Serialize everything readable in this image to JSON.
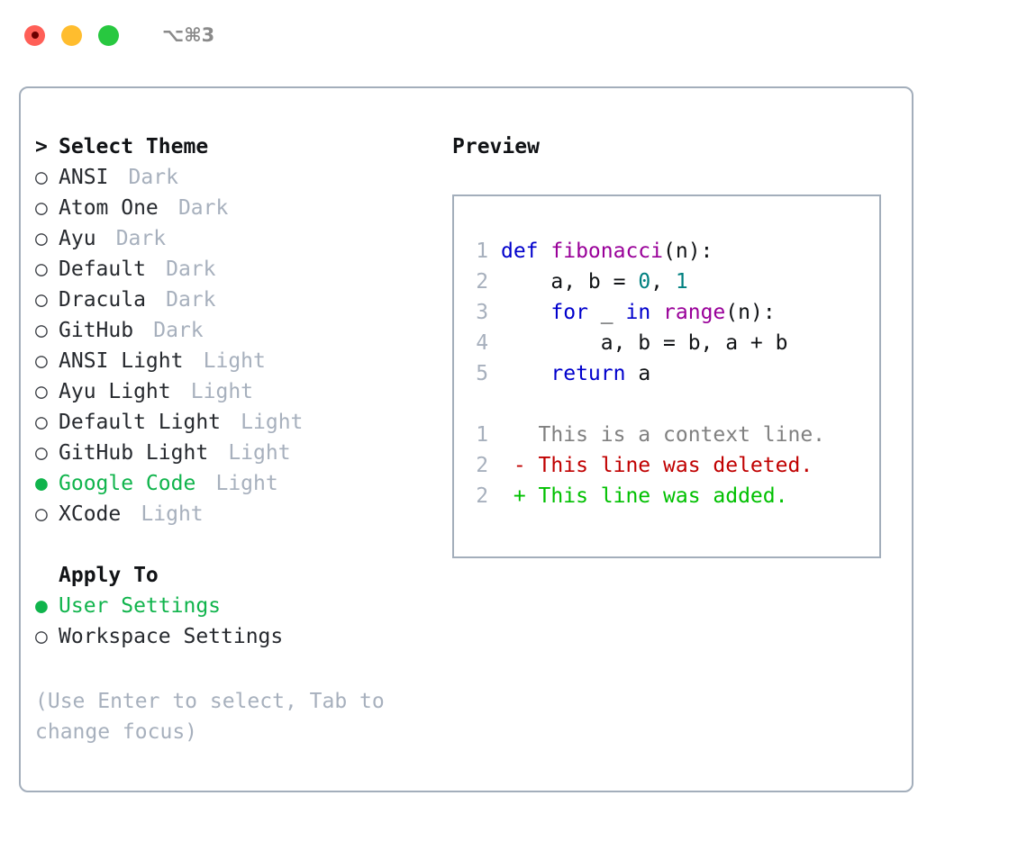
{
  "titlebar": {
    "shortcut": "⌥⌘3",
    "buttons": [
      {
        "name": "close",
        "label": "close"
      },
      {
        "name": "minimize",
        "label": "minimize"
      },
      {
        "name": "maximize",
        "label": "maximize"
      }
    ]
  },
  "theme_picker": {
    "header": "Select Theme",
    "prompt": ">",
    "bullet_selected": "●",
    "bullet_unselected": "○",
    "items": [
      {
        "name": "ANSI",
        "variant": "Dark",
        "selected": false
      },
      {
        "name": "Atom One",
        "variant": "Dark",
        "selected": false
      },
      {
        "name": "Ayu",
        "variant": "Dark",
        "selected": false
      },
      {
        "name": "Default",
        "variant": "Dark",
        "selected": false
      },
      {
        "name": "Dracula",
        "variant": "Dark",
        "selected": false
      },
      {
        "name": "GitHub",
        "variant": "Dark",
        "selected": false
      },
      {
        "name": "ANSI Light",
        "variant": "Light",
        "selected": false
      },
      {
        "name": "Ayu Light",
        "variant": "Light",
        "selected": false
      },
      {
        "name": "Default Light",
        "variant": "Light",
        "selected": false
      },
      {
        "name": "GitHub Light",
        "variant": "Light",
        "selected": false
      },
      {
        "name": "Google Code",
        "variant": "Light",
        "selected": true
      },
      {
        "name": "XCode",
        "variant": "Light",
        "selected": false
      }
    ]
  },
  "apply_to": {
    "title": "Apply To",
    "options": [
      {
        "name": "User Settings",
        "selected": true
      },
      {
        "name": "Workspace Settings",
        "selected": false
      }
    ]
  },
  "hint": "(Use Enter to select, Tab to change focus)",
  "preview": {
    "title": "Preview",
    "code_lines": [
      {
        "lineno": "1",
        "tokens": [
          {
            "text": "def ",
            "type": "kw"
          },
          {
            "text": "fibonacci",
            "type": "fn"
          },
          {
            "text": "(n):",
            "type": "plain"
          }
        ]
      },
      {
        "lineno": "2",
        "tokens": [
          {
            "text": "    a, b = ",
            "type": "plain"
          },
          {
            "text": "0",
            "type": "num"
          },
          {
            "text": ", ",
            "type": "plain"
          },
          {
            "text": "1",
            "type": "num"
          }
        ]
      },
      {
        "lineno": "3",
        "tokens": [
          {
            "text": "    ",
            "type": "plain"
          },
          {
            "text": "for",
            "type": "kw"
          },
          {
            "text": " _ ",
            "type": "plain"
          },
          {
            "text": "in",
            "type": "kw"
          },
          {
            "text": " ",
            "type": "plain"
          },
          {
            "text": "range",
            "type": "fn"
          },
          {
            "text": "(n):",
            "type": "plain"
          }
        ]
      },
      {
        "lineno": "4",
        "tokens": [
          {
            "text": "        a, b = b, a + b",
            "type": "plain"
          }
        ]
      },
      {
        "lineno": "5",
        "tokens": [
          {
            "text": "    ",
            "type": "plain"
          },
          {
            "text": "return",
            "type": "kw"
          },
          {
            "text": " a",
            "type": "plain"
          }
        ]
      }
    ],
    "diff_lines": [
      {
        "lineno": "1",
        "marker": " ",
        "text": "This is a context line.",
        "type": "context"
      },
      {
        "lineno": "2",
        "marker": "-",
        "text": "This line was deleted.",
        "type": "del"
      },
      {
        "lineno": "2",
        "marker": "+",
        "text": "This line was added.",
        "type": "add"
      }
    ]
  },
  "colors": {
    "accent_green": "#10b44c",
    "border": "#a3aebb",
    "muted": "#a7b0bd",
    "keyword": "#0000cc",
    "function": "#990099",
    "number": "#008080",
    "diff_context": "#808080",
    "diff_delete": "#c00000",
    "diff_add": "#00c000",
    "traffic_close": "#ff5f57",
    "traffic_minimize": "#ffbd2e",
    "traffic_maximize": "#28c840"
  }
}
